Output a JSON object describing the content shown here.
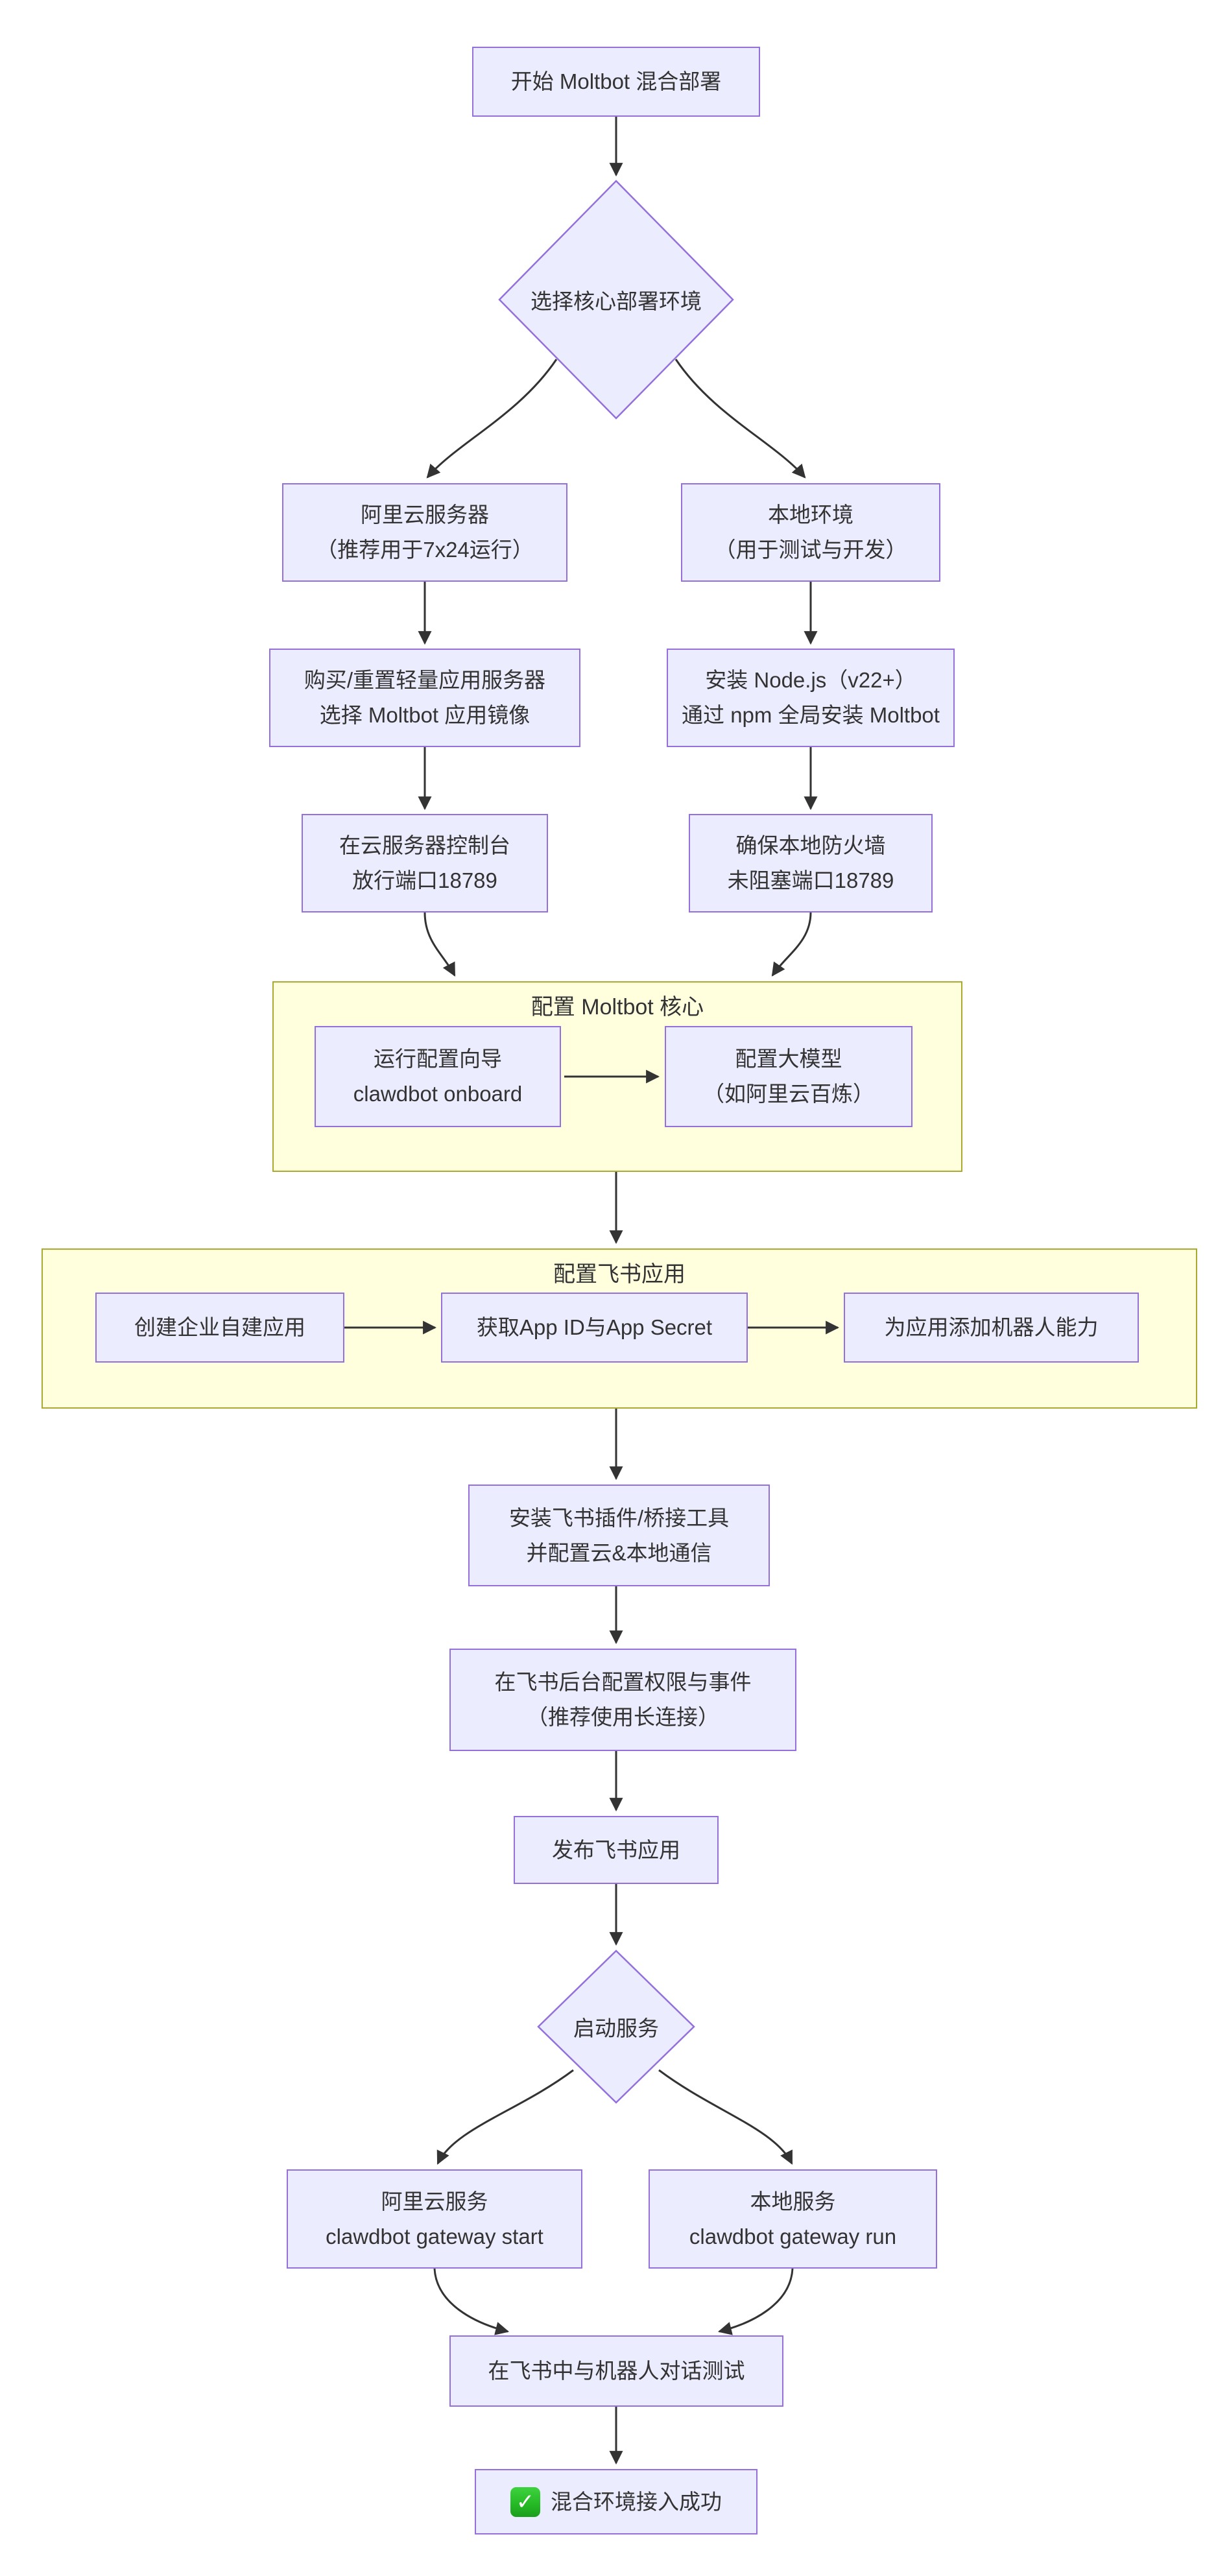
{
  "diagram": {
    "colors": {
      "node_fill": "#ECECFF",
      "node_border": "#9370DB",
      "cluster_fill": "#FFFFDE",
      "cluster_border": "#AAAA33",
      "edge": "#333333",
      "text": "#333333",
      "background": "#FFFFFF",
      "check_green": "#25B825"
    },
    "subgraphs": {
      "core": {
        "title": "配置 Moltbot 核心"
      },
      "feishu": {
        "title": "配置飞书应用"
      }
    },
    "nodes": {
      "start": {
        "lines": [
          "开始 Moltbot 混合部署"
        ]
      },
      "choose_env": {
        "lines": [
          "选择核心部署环境"
        ]
      },
      "aliyun_server": {
        "lines": [
          "阿里云服务器",
          "（推荐用于7x24运行）"
        ]
      },
      "local_env": {
        "lines": [
          "本地环境",
          "（用于测试与开发）"
        ]
      },
      "buy_server": {
        "lines": [
          "购买/重置轻量应用服务器",
          "选择 Moltbot 应用镜像"
        ]
      },
      "install_node": {
        "lines": [
          "安装 Node.js（v22+）",
          "通过 npm 全局安装 Moltbot"
        ]
      },
      "open_port": {
        "lines": [
          "在云服务器控制台",
          "放行端口18789"
        ]
      },
      "local_firewall": {
        "lines": [
          "确保本地防火墙",
          "未阻塞端口18789"
        ]
      },
      "run_wizard": {
        "lines": [
          "运行配置向导",
          "clawdbot onboard"
        ]
      },
      "config_model": {
        "lines": [
          "配置大模型",
          "（如阿里云百炼）"
        ]
      },
      "create_app": {
        "lines": [
          "创建企业自建应用"
        ]
      },
      "get_credentials": {
        "lines": [
          "获取App ID与App Secret"
        ]
      },
      "add_bot": {
        "lines": [
          "为应用添加机器人能力"
        ]
      },
      "install_plugin": {
        "lines": [
          "安装飞书插件/桥接工具",
          "并配置云&本地通信"
        ]
      },
      "config_permissions": {
        "lines": [
          "在飞书后台配置权限与事件",
          "（推荐使用长连接）"
        ]
      },
      "publish_app": {
        "lines": [
          "发布飞书应用"
        ]
      },
      "start_service": {
        "lines": [
          "启动服务"
        ]
      },
      "cloud_service": {
        "lines": [
          "阿里云服务",
          "clawdbot gateway start"
        ]
      },
      "local_service": {
        "lines": [
          "本地服务",
          "clawdbot gateway run"
        ]
      },
      "chat_test": {
        "lines": [
          "在飞书中与机器人对话测试"
        ]
      },
      "success": {
        "icon": "check-mark-icon",
        "lines": [
          "混合环境接入成功"
        ]
      }
    }
  }
}
